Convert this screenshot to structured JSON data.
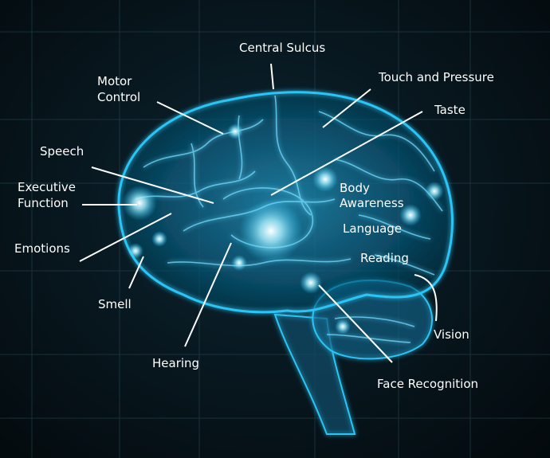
{
  "colors": {
    "background": "#061218",
    "brain_glow": "#29c5f6",
    "brain_core": "#a8f0ff",
    "label_text": "#ffffff",
    "leader_line": "#ffffff",
    "grid": "#2b4a55"
  },
  "labels": {
    "central_sulcus": "Central Sulcus",
    "motor_control": "Motor\nControl",
    "touch_pressure": "Touch and Pressure",
    "taste": "Taste",
    "speech": "Speech",
    "executive_function": "Executive\nFunction",
    "body_awareness": "Body\nAwareness",
    "language": "Language",
    "emotions": "Emotions",
    "reading": "Reading",
    "smell": "Smell",
    "vision": "Vision",
    "hearing": "Hearing",
    "face_recognition": "Face Recognition"
  }
}
